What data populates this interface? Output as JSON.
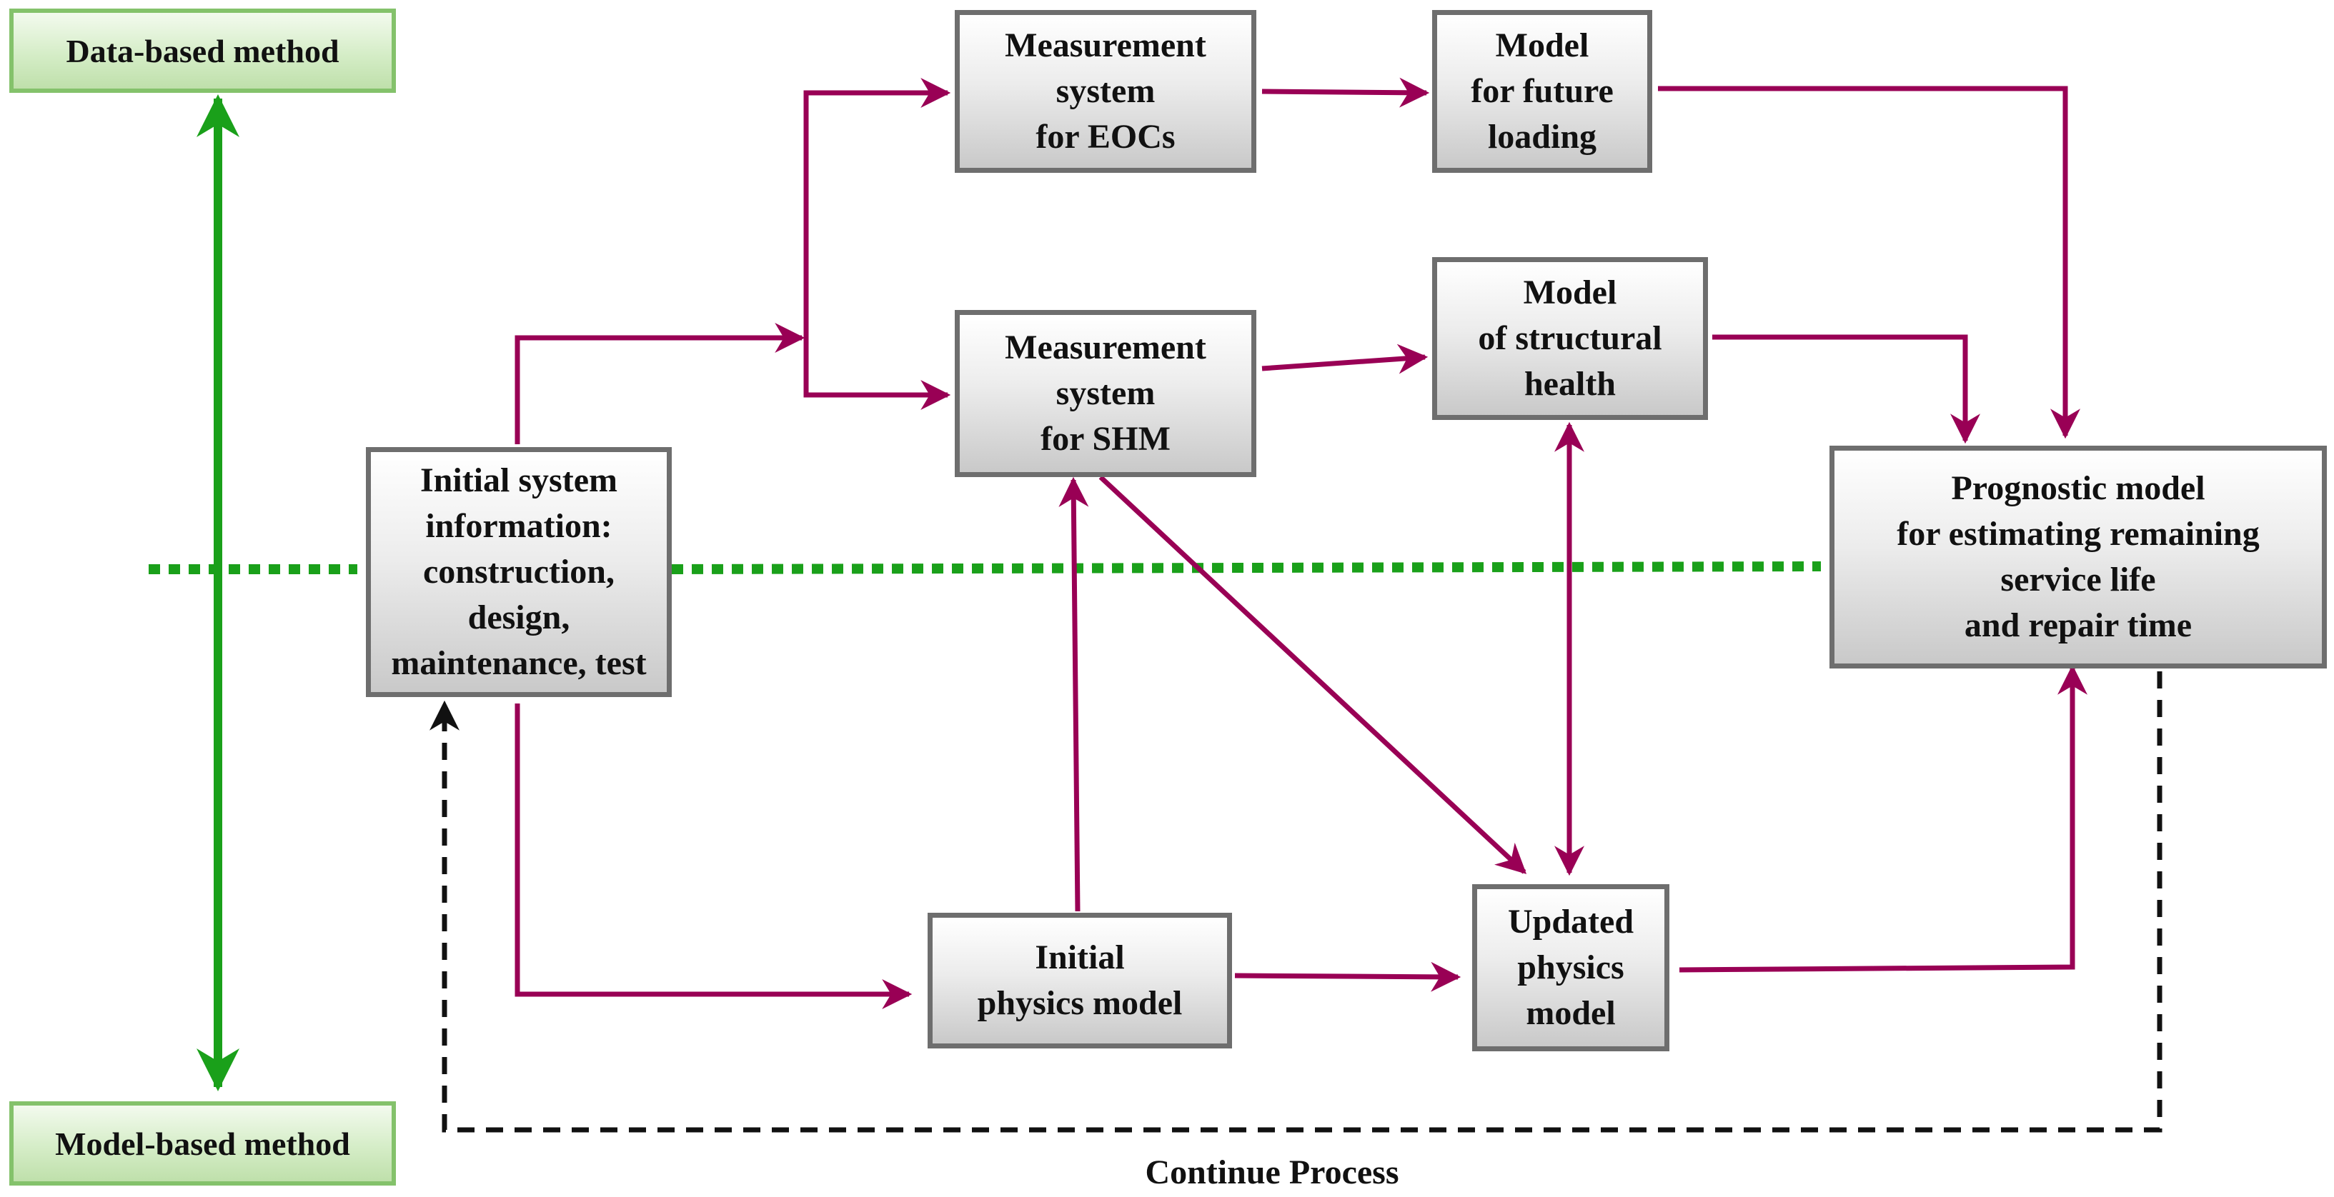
{
  "labels": {
    "data_based": "Data-based method",
    "model_based": "Model-based method",
    "continue_process": "Continue Process"
  },
  "nodes": {
    "meas_eocs": "Measurement\nsystem\nfor EOCs",
    "model_future": "Model\nfor future\nloading",
    "meas_shm": "Measurement\nsystem\nfor SHM",
    "model_health": "Model\nof structural\nhealth",
    "initial_info": "Initial system\ninformation:\nconstruction,\ndesign,\nmaintenance, test",
    "prognostic": "Prognostic model\nfor estimating remaining\nservice life\nand repair time",
    "initial_physics": "Initial\nphysics model",
    "updated_physics": "Updated\nphysics\nmodel"
  },
  "colors": {
    "flow_arrow": "#990055",
    "method_axis": "#1aa01a",
    "dashed_divider": "#1aa01a",
    "feedback_loop": "#111111",
    "box_border": "#6e6e6e",
    "method_box_border": "#84c26b"
  },
  "icons": {
    "flow": "arrow-right-icon",
    "axis": "double-headed-arrow-icon",
    "feedback": "dashed-arrow-icon"
  }
}
